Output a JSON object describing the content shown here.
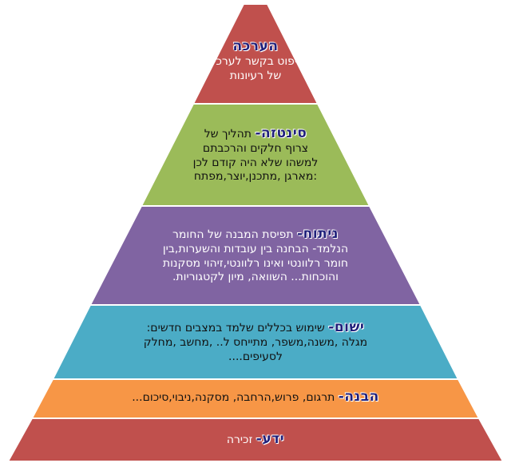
{
  "diagram": {
    "tiers": [
      {
        "name": "הערכה",
        "sep": "",
        "desc_lines": [
          "שיפוט בקשר לערכים",
          "של רעיונות"
        ],
        "fill": "#c0504d"
      },
      {
        "name": "סינטזה",
        "sep": "-",
        "desc_lines": [
          "תהליך של",
          "צרוף חלקים והרכבתם",
          "למשהו שלא היה קודם לכן",
          ":מארגן ,מתכנן,יוצר,מפתח"
        ],
        "fill": "#9bbb59"
      },
      {
        "name": "ניתוח",
        "sep": "-",
        "desc_lines": [
          "תפיסת המבנה של החומר",
          "הנלמד- הבחנה בין עובדות והשערות,בין",
          "חומר רלוונטי ואינו רלוונטי,זיהוי מסקנות",
          "והוכחות... השוואה, מיון לקטגוריות."
        ],
        "fill": "#8064a2"
      },
      {
        "name": "ישום",
        "sep": "-",
        "desc_lines": [
          "שימוש בכללים שלמד במצבים חדשים:",
          "מגלה ,משנה,משפר, מתייחס ל.. ,מחשב ,מחלק",
          "לסעיפים...."
        ],
        "fill": "#4bacc6"
      },
      {
        "name": "הבנה",
        "sep": "-",
        "desc_lines": [
          "תרגום, פרוש,הרחבה, מסקנה,ניבוי,סיכום..."
        ],
        "fill": "#f79646"
      },
      {
        "name": "ידע",
        "sep": "-",
        "desc_lines": [
          "זכירה"
        ],
        "fill": "#c0504d"
      }
    ]
  }
}
